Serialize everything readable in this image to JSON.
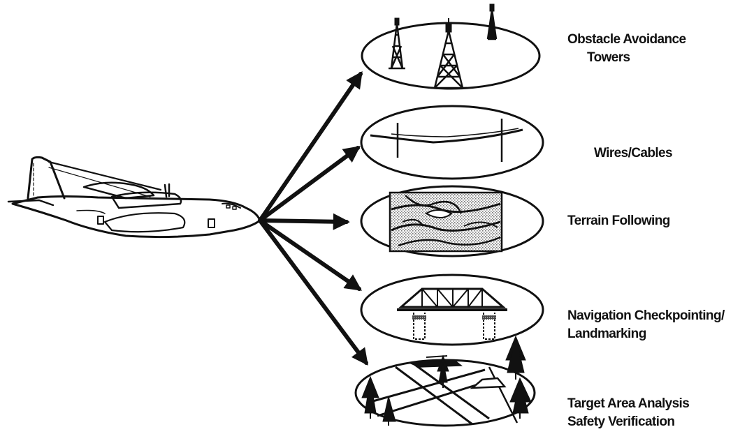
{
  "diagram": {
    "aircraft_icon": "cargo-aircraft-icon",
    "capabilities": [
      {
        "lines": [
          "Obstacle Avoidance",
          "Towers"
        ],
        "icon": "towers-icon"
      },
      {
        "lines": [
          "Wires/Cables"
        ],
        "icon": "wires-cables-icon"
      },
      {
        "lines": [
          "Terrain Following"
        ],
        "icon": "terrain-icon"
      },
      {
        "lines": [
          "Navigation Checkpointing/",
          "Landmarking"
        ],
        "icon": "bridge-icon"
      },
      {
        "lines": [
          "Target Area Analysis",
          "Safety Verification"
        ],
        "icon": "target-area-icon"
      }
    ]
  },
  "colors": {
    "ink": "#111111",
    "background": "#ffffff",
    "stipple": "#9a9a9a"
  }
}
